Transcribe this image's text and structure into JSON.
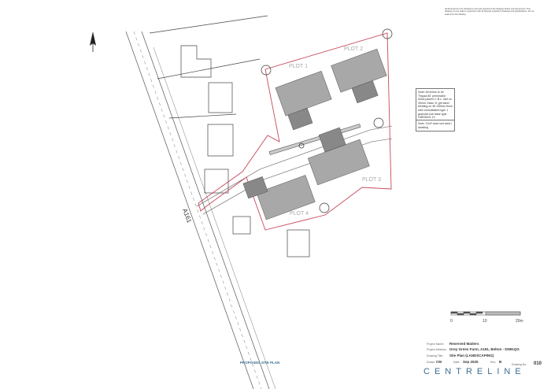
{
  "top_notes": "All dimensions to be checked on site and reported to the designer before commencement. This drawing is to be read in conjunction with all relevant engineer's drawings and specifications. Do not scale from this drawing.",
  "road_label": "A161",
  "plots": [
    {
      "label": "PLOT 1"
    },
    {
      "label": "PLOT 2"
    },
    {
      "label": "PLOT 3"
    },
    {
      "label": "PLOT 4"
    }
  ],
  "notes": [
    "Note: All drives to be 'Tegula 80' permeable block pavers C.B.L. laid on 30mm Class 'A' grit sand blinding on 4ft 150mm thick well consolidated type 1 granular sub base type CBR/6001 10",
    "Note: 10m² total roof area / dwelling"
  ],
  "scale_bar": {
    "ticks": [
      "0",
      "10",
      "20m"
    ]
  },
  "drawing_caption": "PROPOSED SITE PLAN",
  "title_block": {
    "project_name_label": "Project Name:",
    "project_name": "Reserved Matters",
    "project_address_label": "Project Address:",
    "project_address": "Grey Green Farm, A161, Belton - DN91QG",
    "drawing_title_label": "Drawing Title:",
    "drawing_title": "Site Plan (LANDSCAPING)",
    "drawn_label": "Drawn:",
    "drawn": "CM",
    "date_label": "Date:",
    "date": "Sep 2025",
    "rev_label": "Rev:",
    "rev": "B",
    "drawing_no_label": "Drawing No:",
    "drawing_no": "010",
    "brand": "CENTRELINE"
  },
  "colors": {
    "boundary": "#c8485a",
    "roof": "#9a9a9a",
    "brand": "#3c6e90"
  }
}
